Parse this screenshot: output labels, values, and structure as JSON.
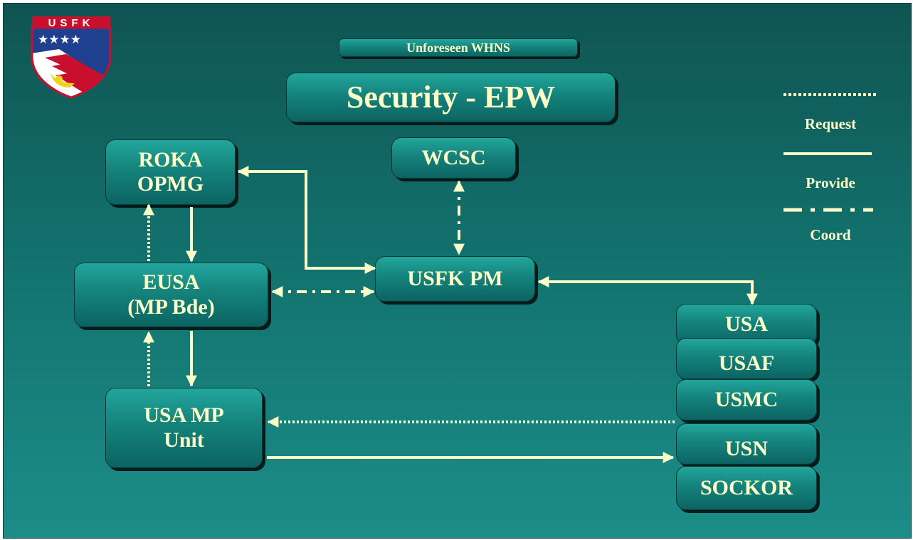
{
  "logo": {
    "text": "USFK",
    "colors": {
      "red": "#c8102e",
      "blue": "#1f3f8f",
      "white": "#ffffff",
      "gold": "#f2d21a"
    }
  },
  "header": {
    "subtitle": "Unforeseen WHNS",
    "title": "Security - EPW"
  },
  "nodes": {
    "roka": [
      "ROKA",
      "OPMG"
    ],
    "wcsc": [
      "WCSC"
    ],
    "eusa": [
      "EUSA",
      "(MP Bde)"
    ],
    "usfk_pm": [
      "USFK PM"
    ],
    "usa_mp": [
      "USA MP",
      "Unit"
    ],
    "components": [
      "USA",
      "USAF",
      "USMC",
      "USN",
      "SOCKOR"
    ]
  },
  "legend": {
    "request": "Request",
    "provide": "Provide",
    "coord": "Coord"
  },
  "colors": {
    "background_top": "#0f5452",
    "background_bottom": "#1c8d88",
    "box_fill": "#14837c",
    "text": "#fdfdc8",
    "arrow": "#fdfdc8"
  }
}
